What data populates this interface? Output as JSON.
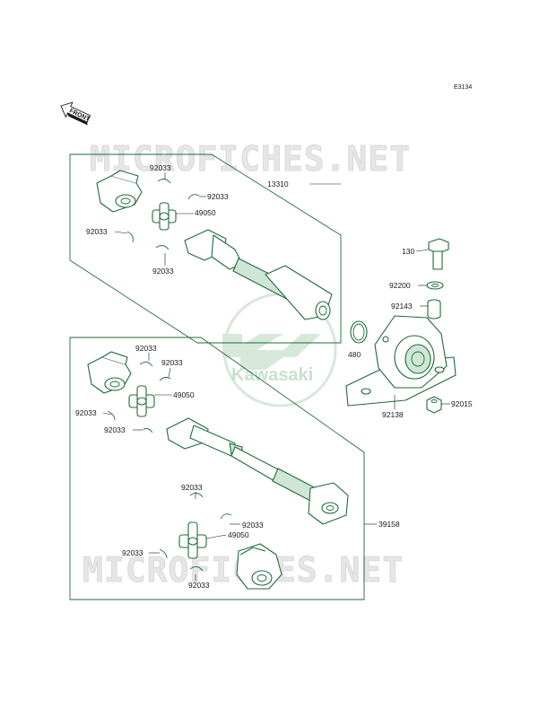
{
  "diagram_code": "E3134",
  "front_label": "FRONT",
  "watermarks": [
    "MICROFICHES.NET",
    "MICROFICHES.NET"
  ],
  "logo_text": "Kawasaki",
  "colors": {
    "line": "#1f6b3a",
    "shade": "#cfe6d6",
    "watermark": "#e6e6e6",
    "logo": "#c9e0cf"
  },
  "parts": {
    "p13310": "13310",
    "p39158": "39158",
    "p130": "130",
    "p92200": "92200",
    "p92143": "92143",
    "p480": "480",
    "p92138": "92138",
    "p92015": "92015",
    "upper_92033_a": "92033",
    "upper_92033_b": "92033",
    "upper_92033_c": "92033",
    "upper_92033_d": "92033",
    "upper_49050": "49050",
    "lower_92033_a": "92033",
    "lower_92033_b": "92033",
    "lower_92033_c": "92033",
    "lower_92033_d": "92033",
    "lower_49050_a": "49050",
    "lower_92033_e": "92033",
    "lower_92033_f": "92033",
    "lower_92033_g": "92033",
    "lower_92033_h": "92033",
    "lower_49050_b": "49050"
  }
}
